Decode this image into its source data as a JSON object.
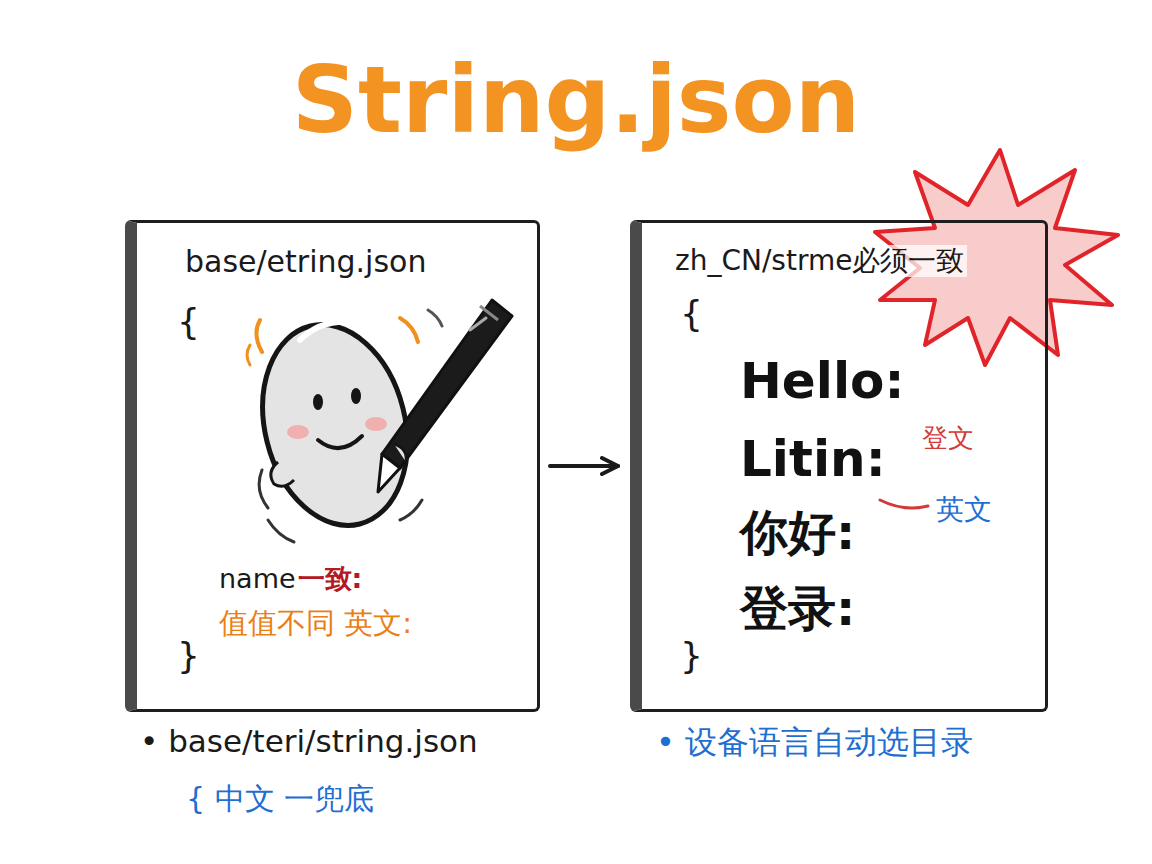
{
  "diagram": {
    "title": "String.json",
    "nodes": [
      {
        "text": [
          "base/etring.json",
          "{",
          "name",
          "一致:",
          "值值不同 英文:",
          "}"
        ]
      },
      {
        "text": [
          "zh_CN/strme必须一致",
          "{",
          "Hello:",
          "Litin:",
          "你好:",
          "登录:",
          "}"
        ]
      }
    ],
    "edges": [
      {
        "from": 0,
        "to": 1,
        "arrow": "to"
      }
    ],
    "labels": [
      "登文",
      "英文",
      "• base/teri/string.json",
      "{ 中文 一兜底",
      "• 设备语言自动选目录"
    ]
  }
}
